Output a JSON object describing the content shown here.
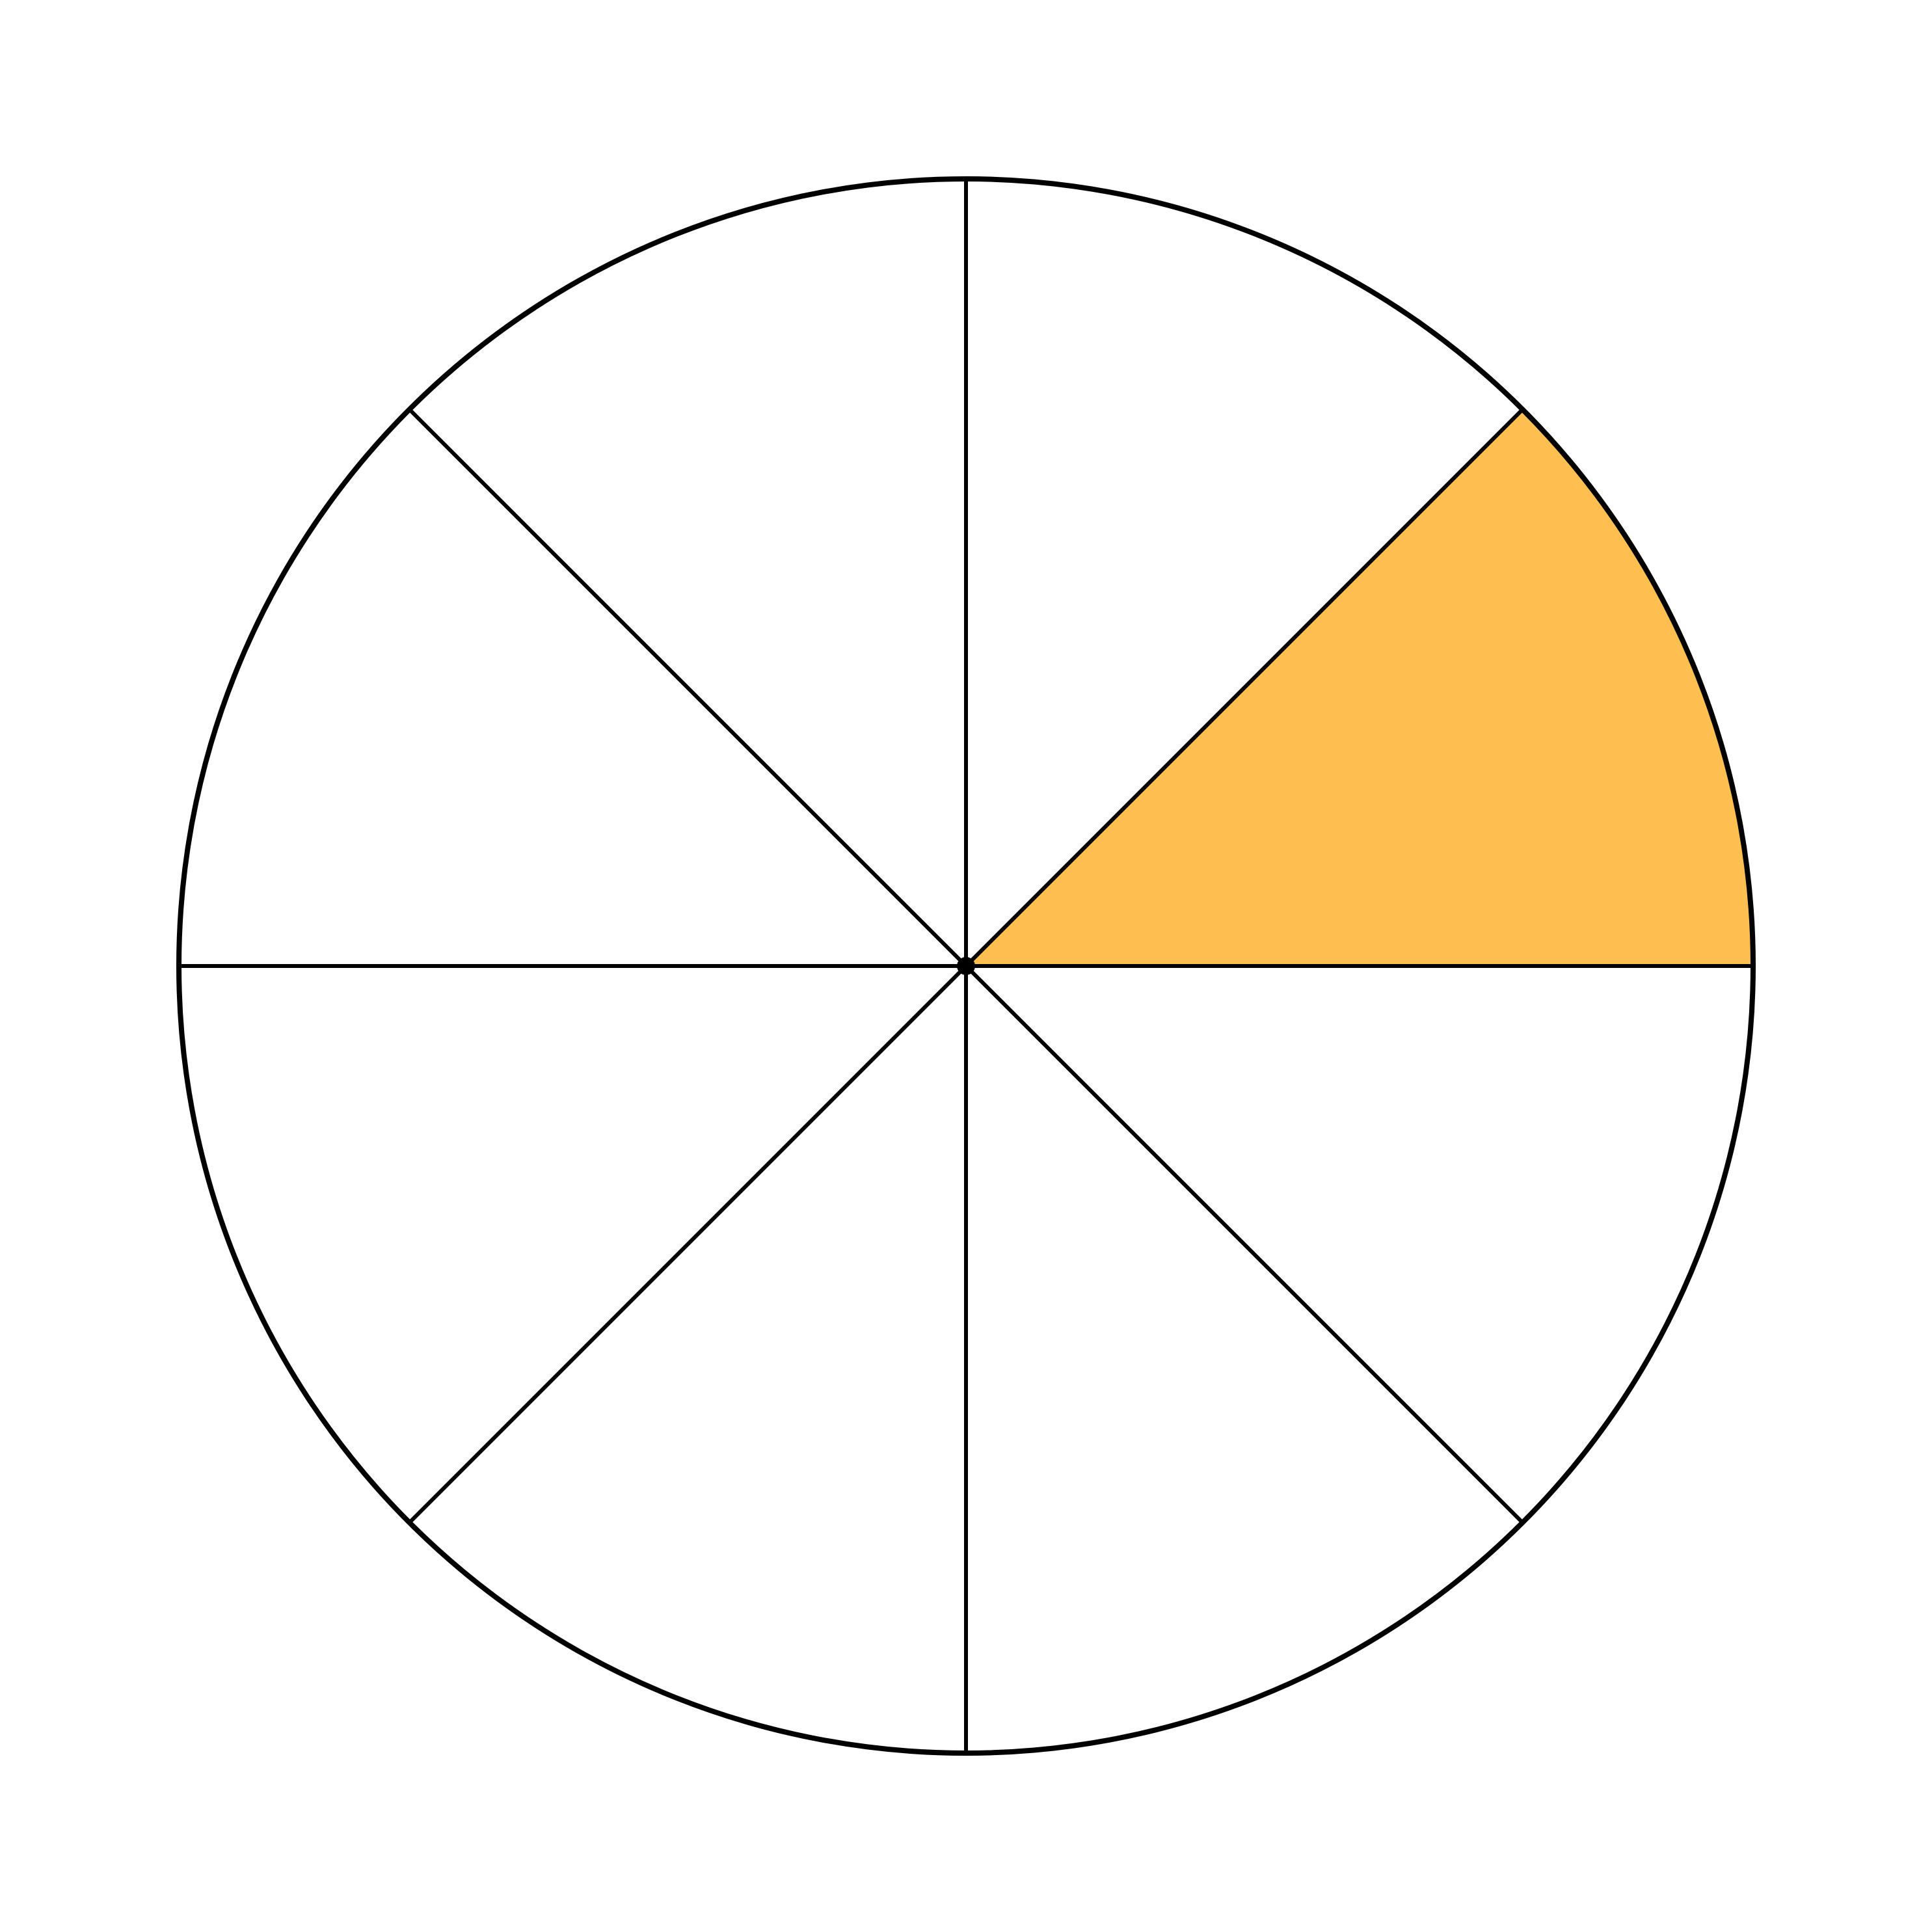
{
  "diagram": {
    "type": "fraction-circle",
    "total_parts": 8,
    "shaded_parts": [
      0
    ],
    "colors": {
      "background": "#ffffff",
      "shaded_fill": "#FDBF4F",
      "stroke": "#000000"
    }
  }
}
